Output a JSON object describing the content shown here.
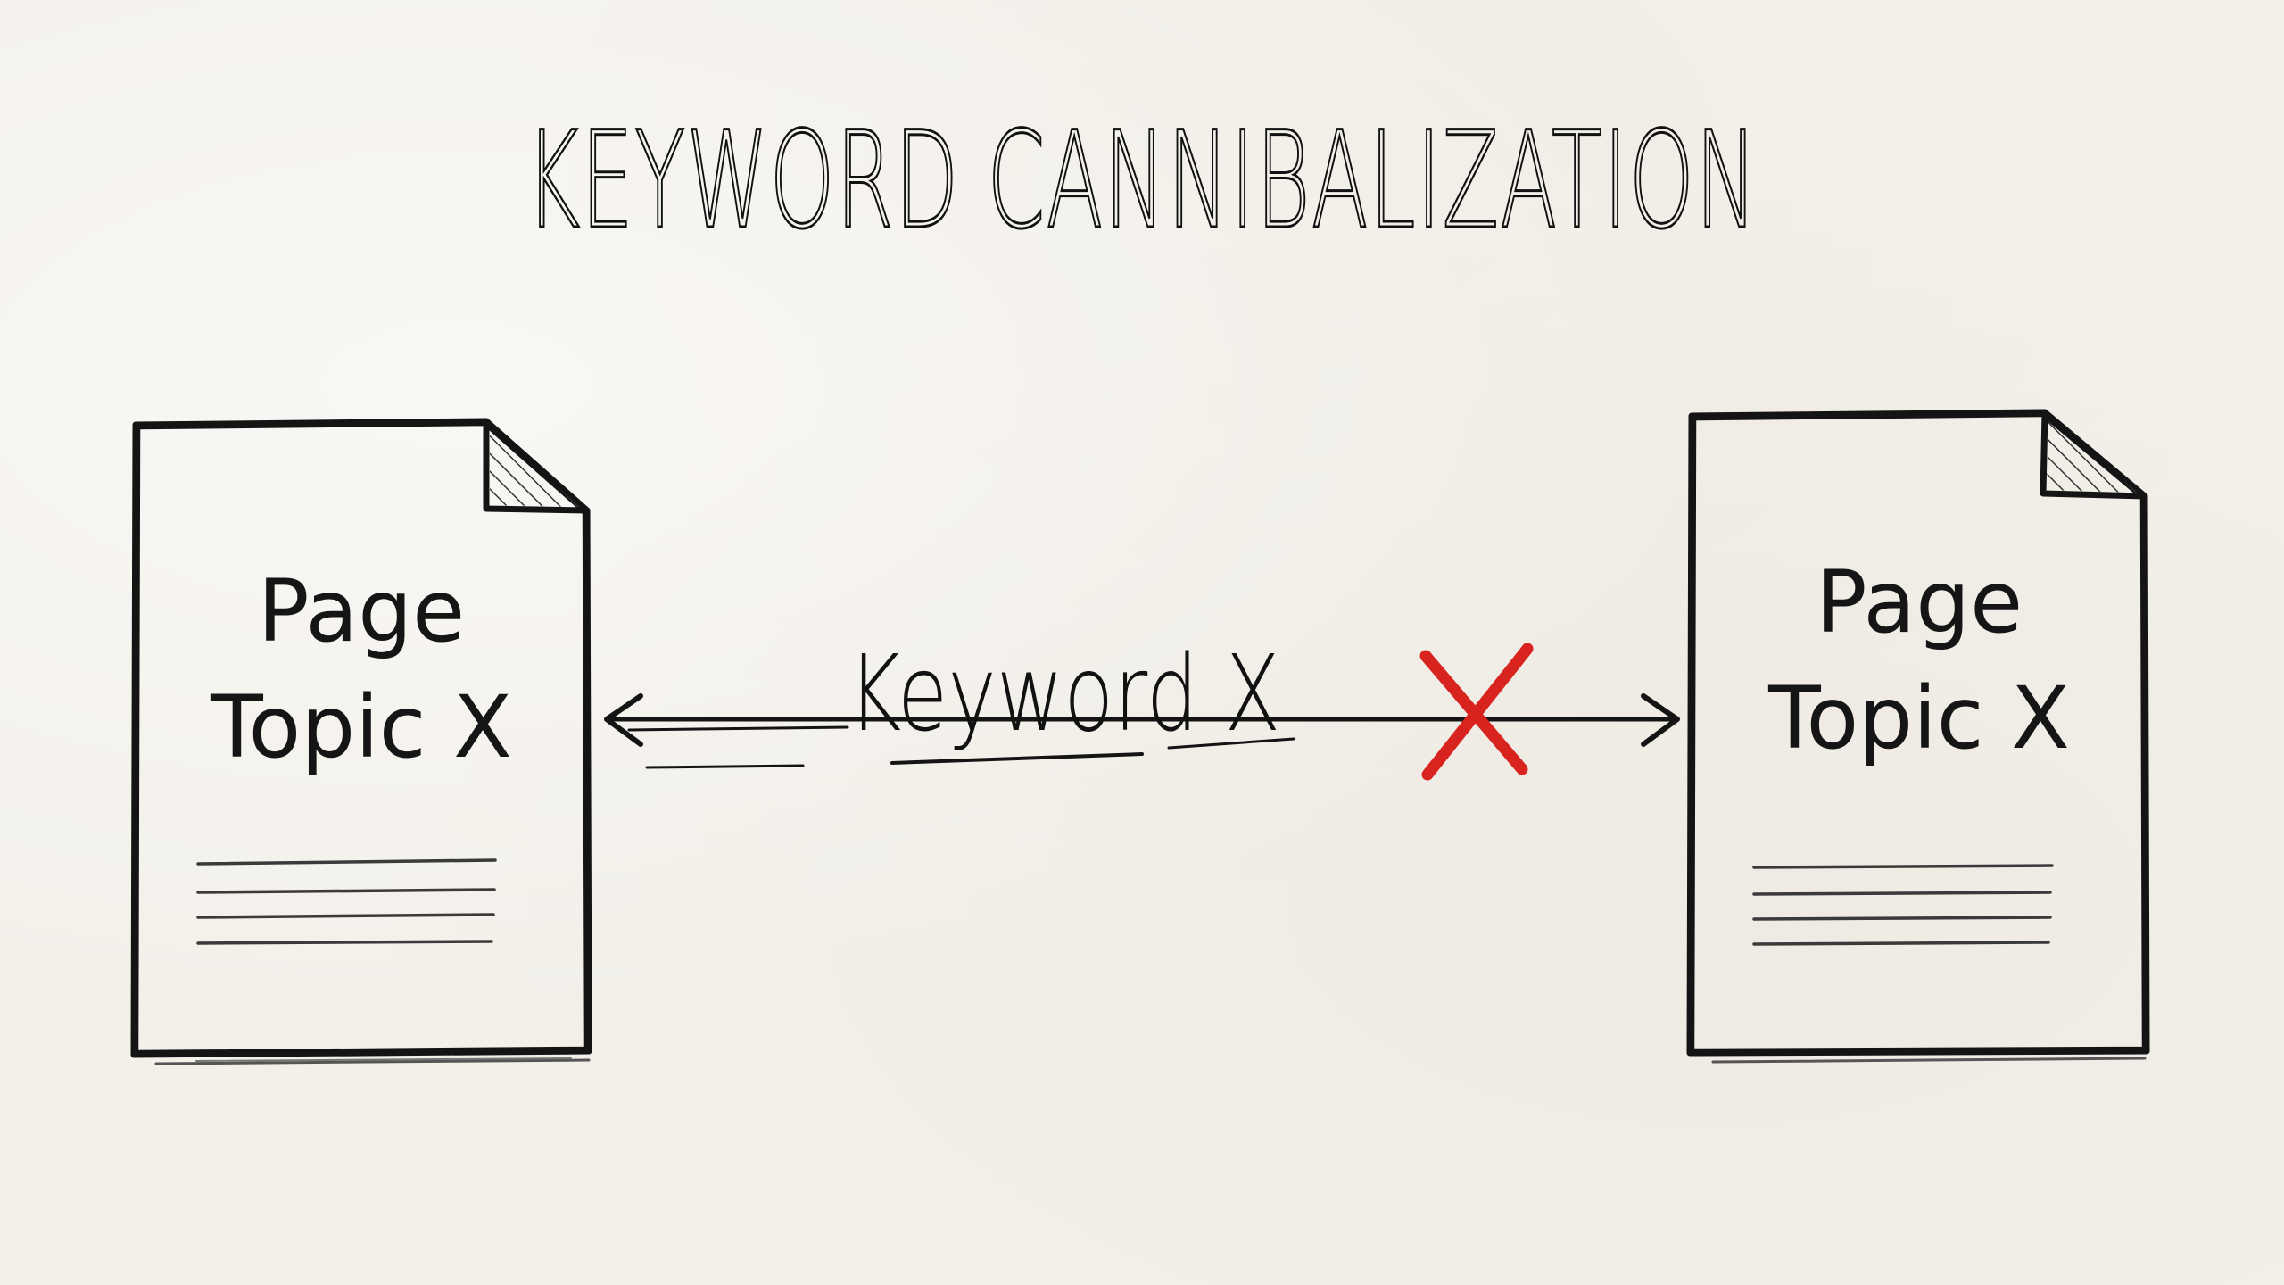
{
  "title": "KEYWORD CANNIBALIZATION",
  "left_page": {
    "line1": "Page",
    "line2": "Topic X",
    "content_lines": 4
  },
  "right_page": {
    "line1": "Page",
    "line2": "Topic X",
    "content_lines": 4
  },
  "connector": {
    "label": "Keyword X",
    "conflict_mark": "✕",
    "conflict_color": "#d8231f",
    "direction": "bidirectional"
  },
  "icons": {
    "left_doc": "document-icon",
    "right_doc": "document-icon",
    "arrow": "double-arrow-icon",
    "conflict": "red-x-icon"
  },
  "colors": {
    "background": "#f3f0ea",
    "ink": "#151515",
    "accent": "#d8231f"
  }
}
